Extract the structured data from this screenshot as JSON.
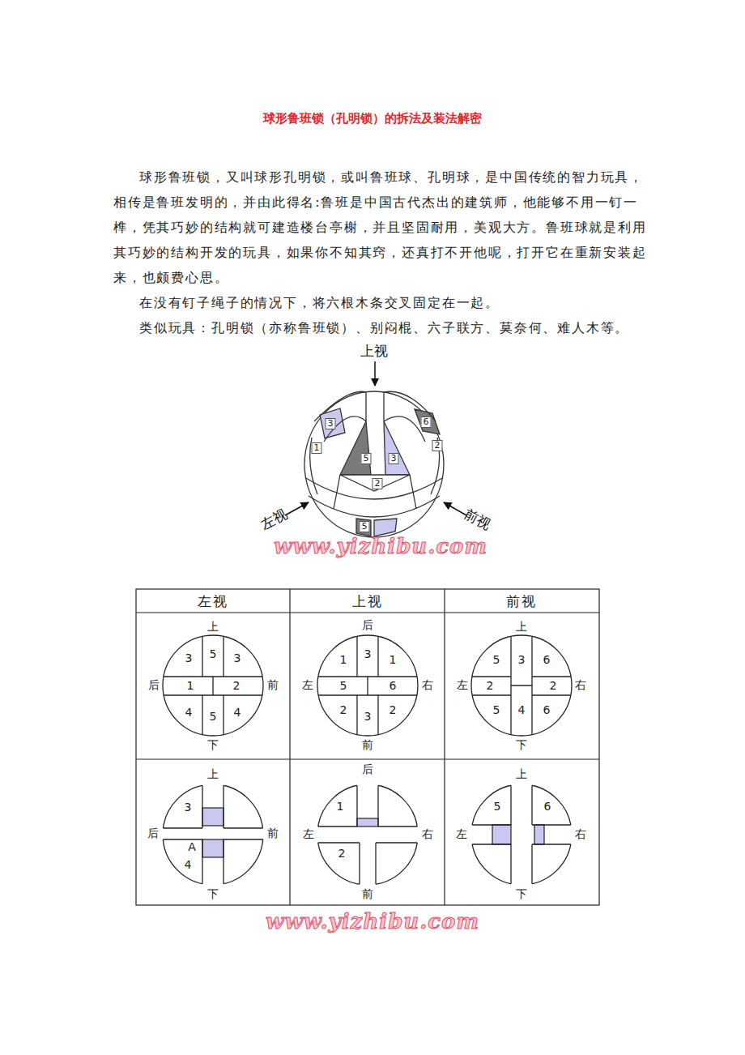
{
  "diagram": {
    "title": "球形鲁班锁（孔明锁）的拆法及装法解密",
    "labels": [
      "球形鲁班锁，又叫球形孔明锁，或叫鲁班球、孔明球，是中国传统的智力玩具，相传是鲁班发明的，并由此得名:鲁班是中国古代杰出的建筑师，他能够不用一钉一榫，凭其巧妙的结构就可建造楼台亭榭，并且坚固耐用，美观大方。鲁班球就是利用其巧妙的结构开发的玩具，如果你不知其窍，还真打不开他呢，打开它在重新安装起来，也颇费心思。",
      "在没有钉子绳子的情况下，将六根木条交叉固定在一起。",
      "类似玩具：孔明锁（亦称鲁班锁）、别闷棍、六子联方、莫奈何、难人木等。",
      "上视",
      "左视",
      "前视",
      "3",
      "6",
      "1",
      "2",
      "5",
      "3",
      "2",
      "5",
      "www.yizhibu.com",
      "左视",
      "上视",
      "前视",
      "上",
      "3",
      "5",
      "3",
      "后",
      "1",
      "2",
      "前",
      "4",
      "5",
      "4",
      "下",
      "后",
      "1",
      "3",
      "1",
      "左",
      "5",
      "6",
      "右",
      "2",
      "3",
      "2",
      "前",
      "上",
      "5",
      "3",
      "6",
      "左",
      "2",
      "2",
      "右",
      "5",
      "4",
      "6",
      "下",
      "上",
      "3",
      "后",
      "前",
      "A",
      "4",
      "下",
      "后",
      "1",
      "左",
      "右",
      "2",
      "前",
      "上",
      "5",
      "6",
      "左",
      "右",
      "下",
      "www.yizhibu.com"
    ]
  }
}
